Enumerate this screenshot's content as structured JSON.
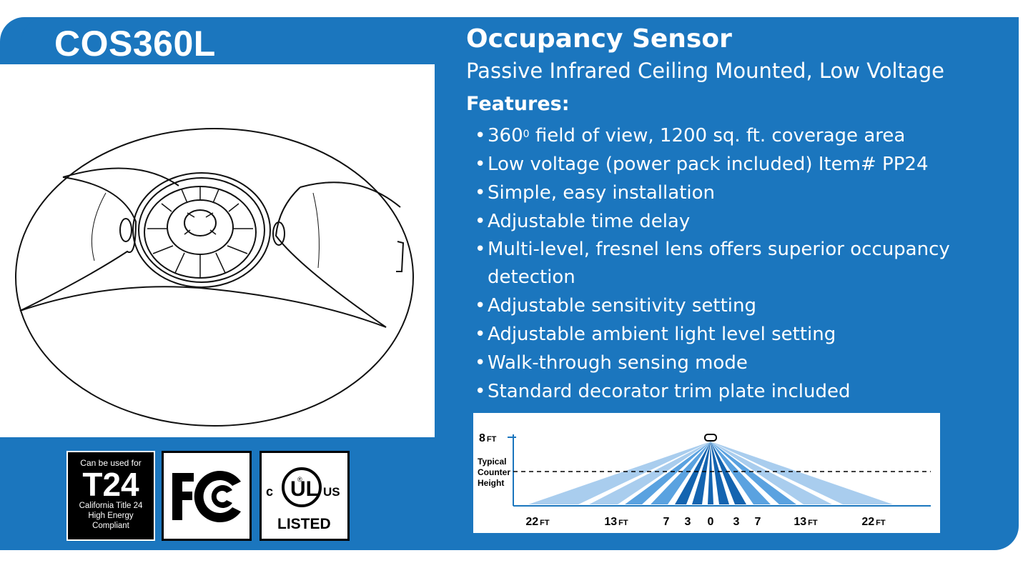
{
  "model": "COS360L",
  "title": "Occupancy Sensor",
  "subtitle": "Passive Infrared Ceiling Mounted, Low Voltage",
  "features_heading": "Features:",
  "features": {
    "f1_main": "360",
    "f1_sup": "0",
    "f1_rest": " field of view, 1200 sq. ft. coverage area",
    "f2": "Low voltage (power pack included)  Item# PP24",
    "f3": "Simple, easy installation",
    "f4": "Adjustable time delay",
    "f5": "Multi-level, fresnel lens offers superior occupancy detection",
    "f6": "Adjustable sensitivity setting",
    "f7": "Adjustable ambient light level setting",
    "f8": "Walk-through sensing mode",
    "f9": "Standard decorator trim plate included"
  },
  "coverage": {
    "height_value": "8",
    "height_unit": "FT",
    "counter_label_1": "Typical",
    "counter_label_2": "Counter",
    "counter_label_3": "Height",
    "ticks": [
      "22",
      "13",
      "7",
      "3",
      "0",
      "3",
      "7",
      "13",
      "22"
    ],
    "tick_unit": "FT",
    "colors": {
      "light": "#a9cdee",
      "medium": "#5aa2e0",
      "dark": "#1464b0"
    }
  },
  "badges": {
    "t24_top": "Can be used for",
    "t24_big": "T24",
    "t24_line1": "California Title 24",
    "t24_line2": "High Energy",
    "t24_line3": "Compliant",
    "fc_text": "FC",
    "ul_c": "c",
    "ul_us": "US",
    "ul_listed": "LISTED",
    "ul_mark": "UL",
    "ul_reg": "®"
  },
  "colors": {
    "brand_blue": "#1b76be",
    "white": "#ffffff",
    "black": "#000000"
  }
}
